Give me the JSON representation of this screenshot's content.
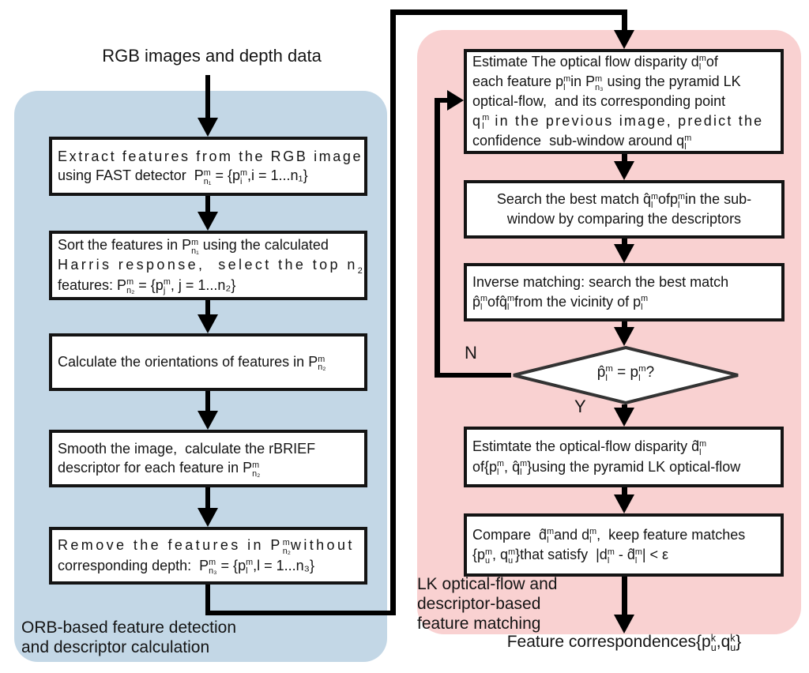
{
  "colors": {
    "panel_blue": "#c3d7e6",
    "panel_pink": "#f9d1d1",
    "line": "#000000",
    "box_border": "#141414"
  },
  "input_label": "RGB images and depth data",
  "output_label": "Feature correspondences{[p|k|u],[q|k|u]}",
  "decision": {
    "text": "[p̂|m|l] = [p|m|l]?",
    "yes": "Y",
    "no": "N"
  },
  "blue_panel": {
    "caption_lines": [
      "ORB-based feature detection",
      "and descriptor calculation"
    ]
  },
  "pink_panel": {
    "caption_lines": [
      "LK optical-flow and",
      "descriptor-based",
      "feature matching"
    ]
  },
  "blue_boxes": [
    {
      "id": "extract-features",
      "lines": [
        "Extract features from the RGB image",
        "using FAST detector  [P|m|n₁] = {[p|m|i],i = 1...n₁}"
      ]
    },
    {
      "id": "sort-features",
      "lines": [
        "Sort the features in [P|m|n₁] using the calculated",
        "Harris response,  select the top [n||2]",
        "features: [P|m|n₂] = {[p|m|j], j = 1...n₂}"
      ]
    },
    {
      "id": "calc-orientations",
      "lines": [
        "Calculate the orientations of features in [P|m|n₂]"
      ]
    },
    {
      "id": "smooth-rbrief",
      "lines": [
        "Smooth the image,  calculate the rBRIEF",
        "descriptor for each feature in [P|m|n₂]"
      ]
    },
    {
      "id": "remove-no-depth",
      "lines": [
        "Remove the features in [P|m|n₂]without",
        "corresponding depth:  [P|m|n₃] = {[p|m|l],l = 1...n₃}"
      ]
    }
  ],
  "pink_boxes": [
    {
      "id": "estimate-disparity",
      "lines": [
        "Estimate The optical flow disparity [d|m|l]of",
        "each feature [p|m|l]in [P|m|n₃] using the pyramid LK",
        "optical-flow,  and its corresponding point",
        "[q|m|l] in the previous image, predict the",
        "confidence  sub-window around [q|m|l]"
      ]
    },
    {
      "id": "search-best-match",
      "lines": [
        "Search the best match [q̂|m|l]of[p|m|l]in the sub-",
        "window by comparing the descriptors"
      ]
    },
    {
      "id": "inverse-matching",
      "lines": [
        "Inverse matching: search the best match",
        "[p̂|m|l]of[q̂|m|l]from the vicinity of [p|m|l]"
      ]
    },
    {
      "id": "estimate-disparity-hat",
      "lines": [
        "Estimtate the optical-flow disparity [d̂|m|l]",
        "of{[p|m|l], [q̂|m|l]}using the pyramid LK optical-flow"
      ]
    },
    {
      "id": "compare-disparities",
      "lines": [
        "Compare  [d̂|m|l]and [d|m|l],  keep feature matches",
        "{[p|m|u], [q|m|u]}that satisfy  |[d|m|l] - [d̂|m|l]| < ε"
      ]
    }
  ]
}
